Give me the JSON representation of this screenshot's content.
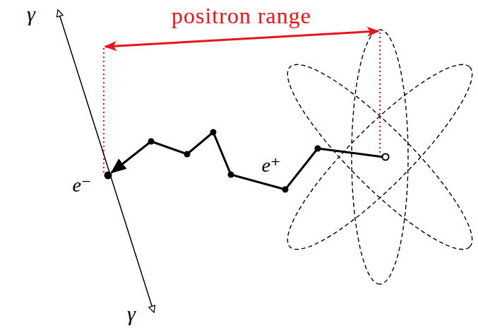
{
  "diagram": {
    "labels": [
      "positron range",
      "γ",
      "γ",
      "e⁻",
      "e⁺"
    ]
  }
}
